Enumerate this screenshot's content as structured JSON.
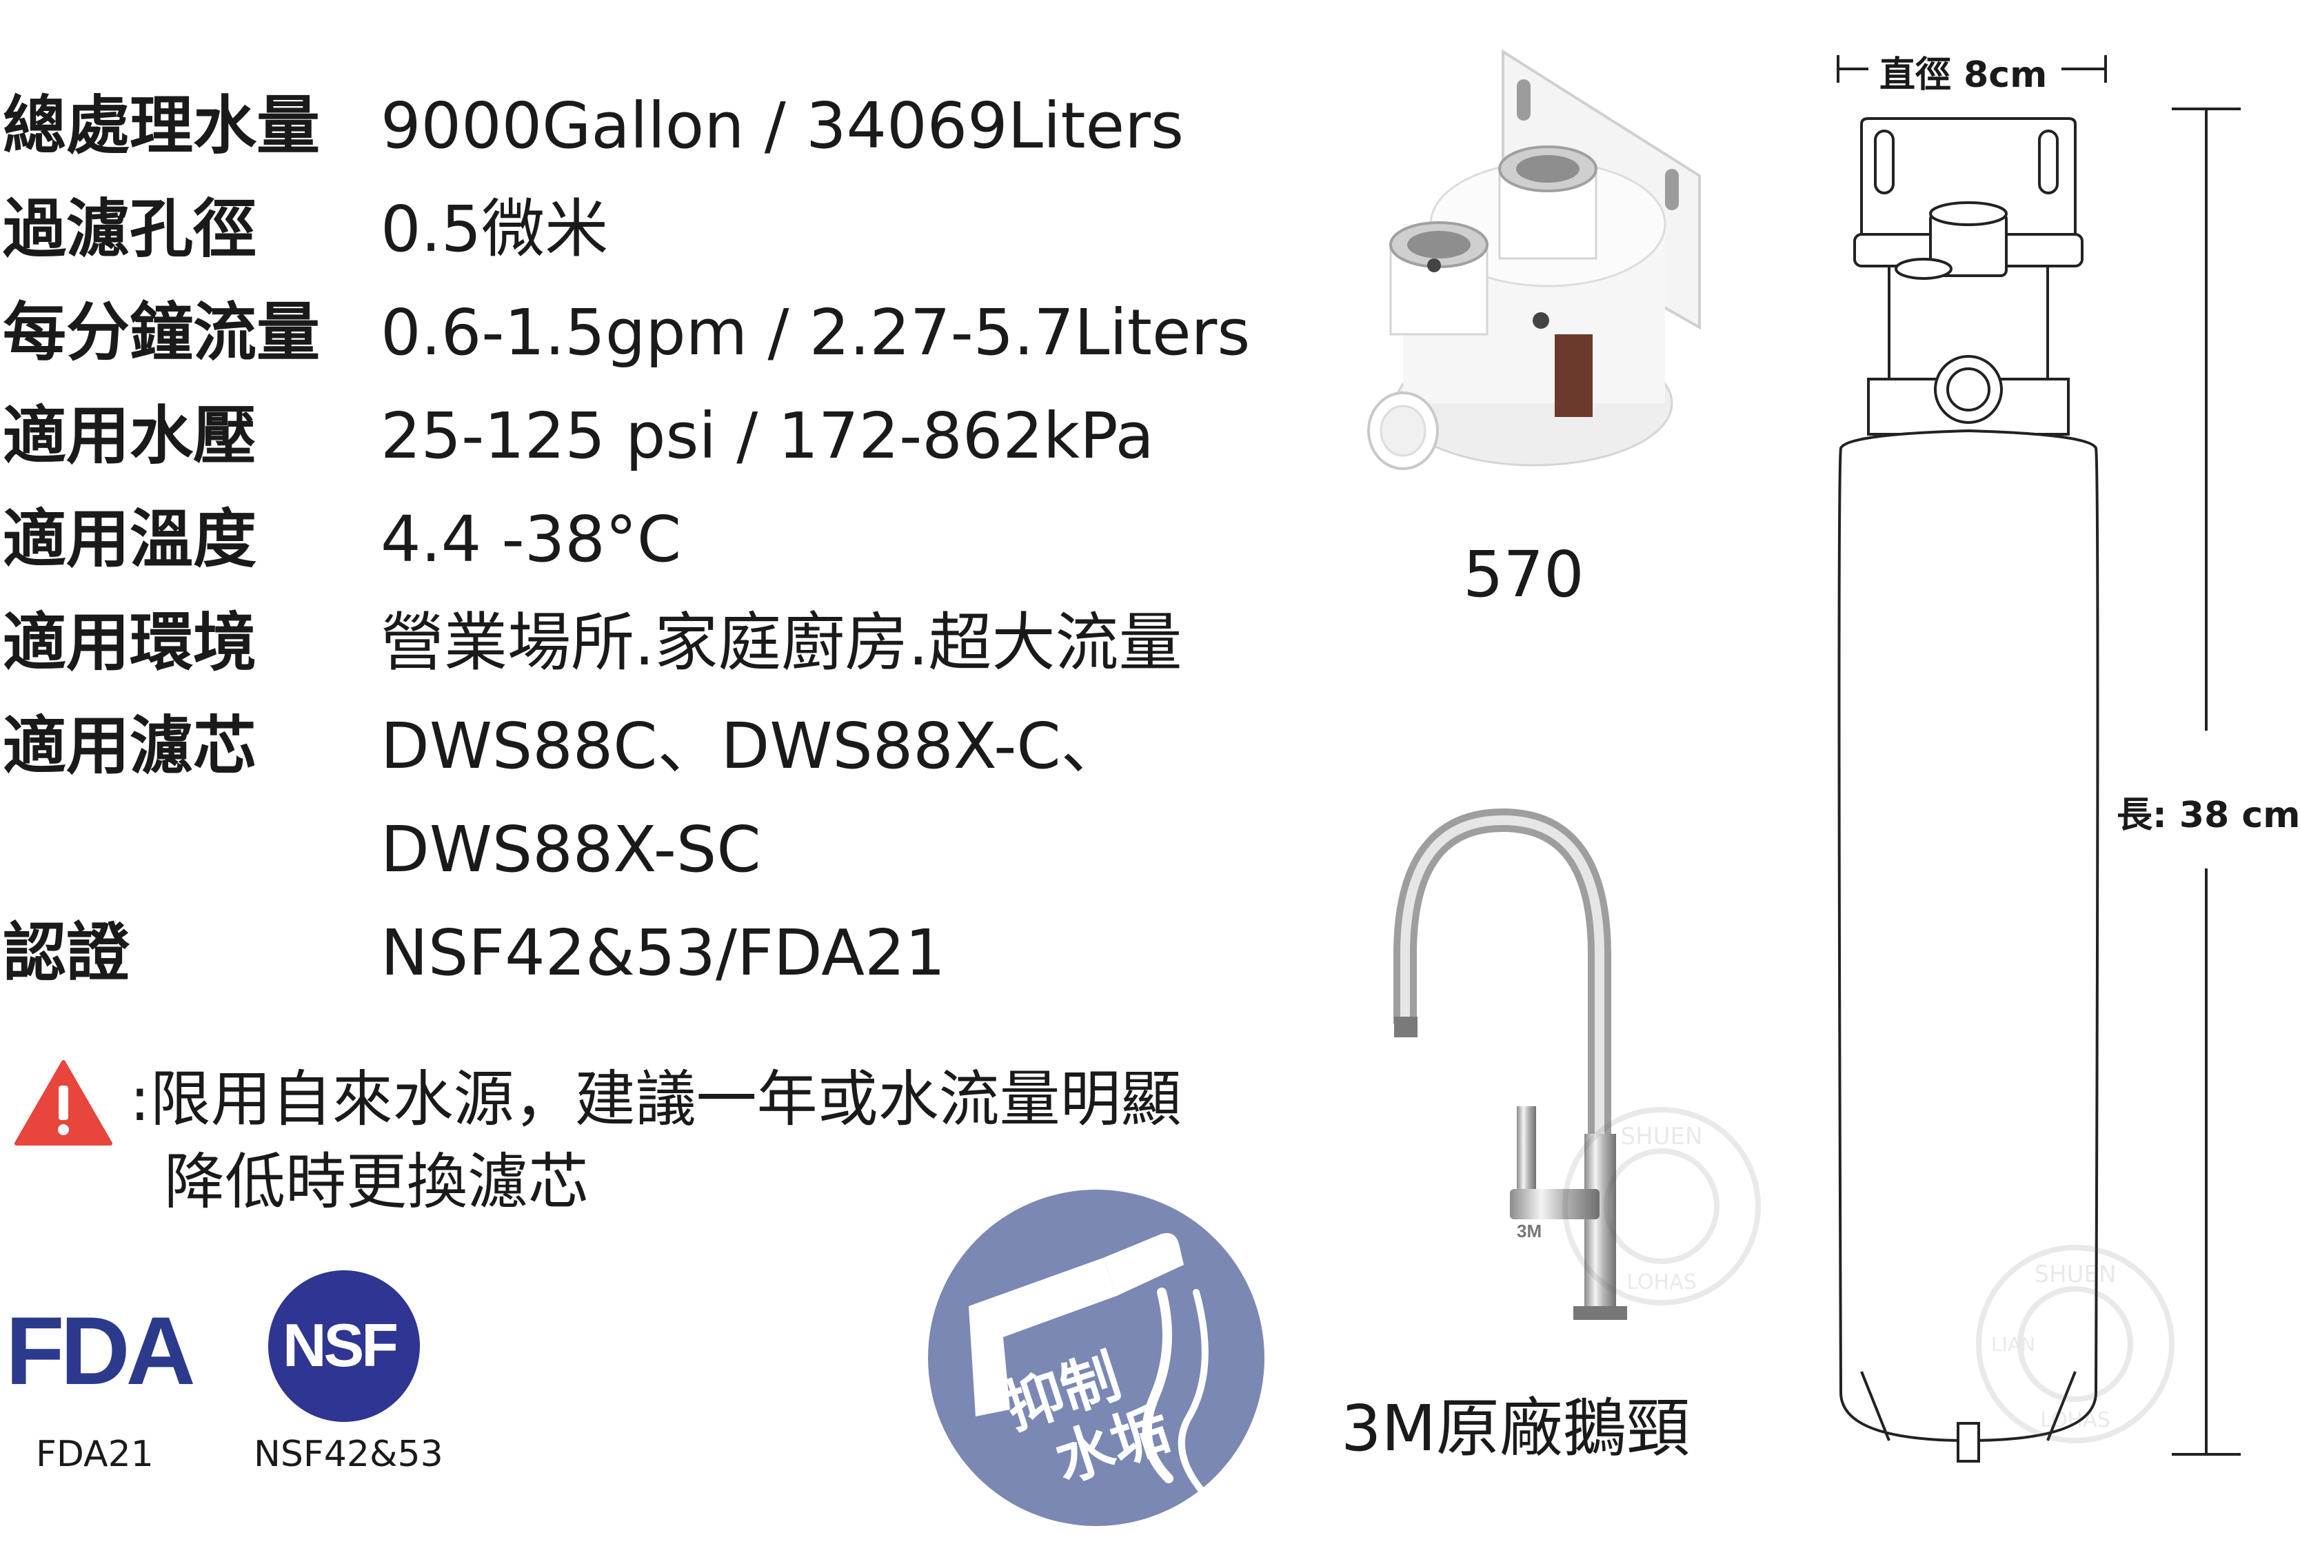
{
  "specs": [
    {
      "label": "總處理水量",
      "value": "9000Gallon / 34069Liters"
    },
    {
      "label": "過濾孔徑",
      "value": "0.5微米"
    },
    {
      "label": "每分鐘流量",
      "value": "0.6-1.5gpm / 2.27-5.7Liters"
    },
    {
      "label": "適用水壓",
      "value": "25-125 psi / 172-862kPa"
    },
    {
      "label": "適用溫度",
      "value": "4.4 -38°C"
    },
    {
      "label": "適用環境",
      "value": "營業場所.家庭廚房.超大流量"
    },
    {
      "label": "適用濾芯",
      "value": "DWS88C、DWS88X-C、"
    },
    {
      "label": "",
      "value": "DWS88X-SC"
    },
    {
      "label": "認證",
      "value": "NSF42&53/FDA21"
    }
  ],
  "warning": {
    "line1": ":限用自來水源，建議一年或水流量明顯",
    "line2": "降低時更換濾芯",
    "icon": "warning-triangle-icon",
    "color": "#e8453c"
  },
  "certs": {
    "fda_logo": "FDA",
    "fda_caption": "FDA21",
    "nsf_logo": "NSF",
    "nsf_caption": "NSF42&53",
    "fda_color": "#2b3a8c",
    "nsf_color": "#2e3592"
  },
  "badge": {
    "line1": "抑制",
    "line2": "水垢",
    "color": "#7b88b4"
  },
  "products": {
    "head_caption": "570",
    "faucet_caption": "3M原廠鵝頸"
  },
  "dimensions": {
    "diameter": "直徑 8cm",
    "length": "長: 38 cm"
  },
  "watermark": {
    "top_text": "SHUEN",
    "bottom_text": "LOHAS",
    "side_text": "LIAN"
  }
}
